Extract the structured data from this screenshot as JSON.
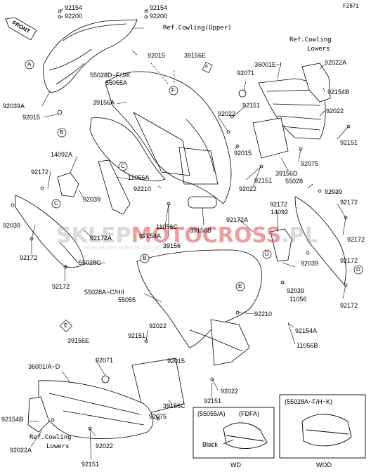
{
  "figure_id": "F2871",
  "front_label": "FRONT",
  "ref_cowling_upper": "Ref.Cowling(Upper)",
  "ref_cowling_lowers_top_1": "Ref.Cowling",
  "ref_cowling_lowers_top_2": "Lowers",
  "ref_cowling_lowers_bottom_1": "Ref.Cowling",
  "ref_cowling_lowers_bottom_2": "Lowers",
  "callouts": [
    "A",
    "B",
    "C",
    "D",
    "E",
    "F"
  ],
  "parts": {
    "p92154_top": "92154",
    "p92200_top": "92200",
    "p92154_top2": "92154",
    "p92200_top2": "92200",
    "p92015_a": "92015",
    "p39156E_a": "39156E",
    "p55028D": "55028D~F/J/K",
    "p55055A": "55055A",
    "p39156A": "39156A",
    "p92039A": "92039A",
    "p92015_b": "92015",
    "p36001E": "36001E~I",
    "p92022A_top": "92022A",
    "p92154B_top": "92154B",
    "p92071_a": "92071",
    "p92151_a": "92151",
    "p92022_a": "92022",
    "p92022_b": "92022",
    "p92151_b": "92151",
    "p92015_c": "92015",
    "p92075_a": "92075",
    "p39156D": "39156D",
    "p92022_c": "92022",
    "p92151_c": "92151",
    "p55028_a": "55028",
    "p92039_a": "92039",
    "p92172_a": "92172",
    "p92172_b": "92172",
    "p14092A": "14092A",
    "p92172_c": "92172",
    "p11056A": "11056A",
    "p92039_b": "92039",
    "p92210_a": "92210",
    "p92039_c": "92039",
    "p92172_d": "92172",
    "p92172A_a": "92172A",
    "p55028G": "55028G",
    "p92172_e": "92172",
    "p11056C": "11056C",
    "p92154A_a": "92154A",
    "p39156B": "39156B",
    "p39156_a": "39156",
    "p92172A_b": "92172A",
    "p14092": "14092",
    "p92172_f": "92172",
    "p92172_g": "92172",
    "p92039_d": "92039",
    "p92039_e": "92039",
    "p11056": "11056",
    "p92172_h": "92172",
    "p55028AC": "55028A~C/H/I",
    "p55055": "55055",
    "p92210_b": "92210",
    "p92154A_b": "92154A",
    "p11056B": "11056B",
    "p92022_d": "92022",
    "p92151_d": "92151",
    "p39156E_b": "39156E",
    "p92015_d": "92015",
    "p36001A": "36001/A~D",
    "p92071_b": "92071",
    "p92022_e": "92022",
    "p39156C": "39156C",
    "p92151_e": "92151",
    "p92075_b": "92075",
    "p92154B_b": "92154B",
    "p92022A_b": "92022A",
    "p92022_f": "92022",
    "p92151_f": "92151"
  },
  "inset_left_title": "(55055/A)",
  "inset_left_tag": "(FDFA)",
  "inset_left_part_label": "Black",
  "inset_left_footer": "WD",
  "inset_right_title": "(55028A~F/H~K)",
  "inset_right_footer": "WOD",
  "watermark_main": "SKLEP",
  "watermark_accent": "MOTOCROSS",
  "watermark_tld": ".PL",
  "watermark_sub": "internetowy sklep motocyklowy"
}
